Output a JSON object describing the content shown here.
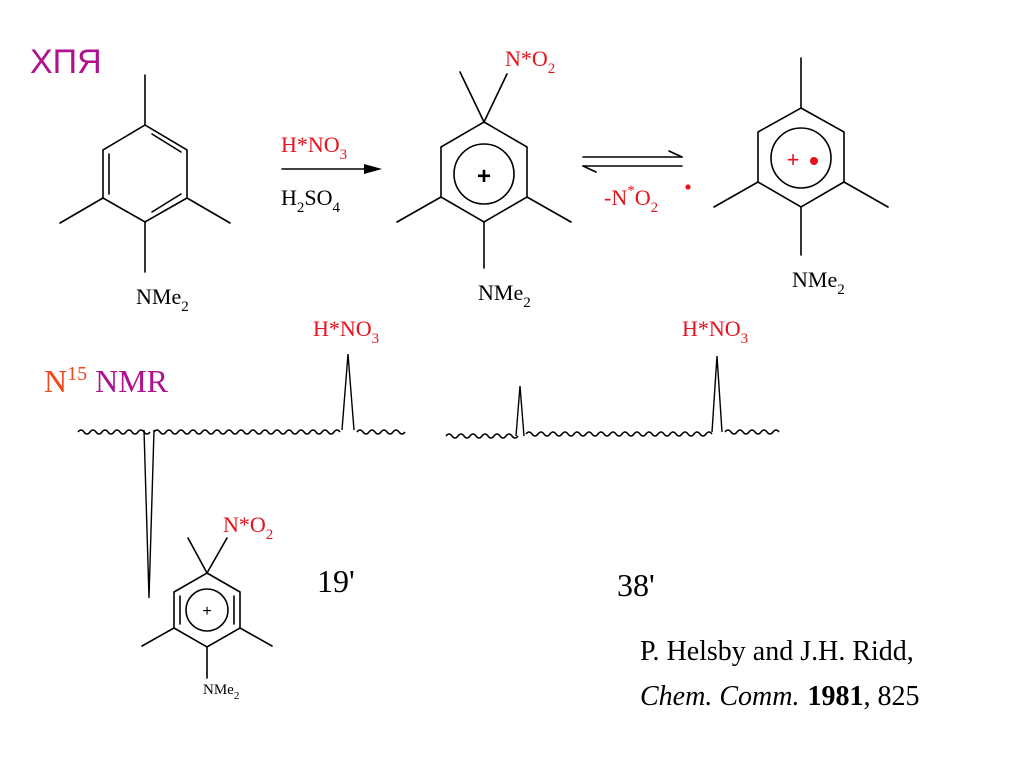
{
  "slide": {
    "title": "ХПЯ",
    "colors": {
      "label_red": "#e8111c",
      "title_magenta": "#b0128f",
      "nmr_orange": "#f0471b"
    }
  },
  "reaction": {
    "reagent_top": {
      "main": "H*NO",
      "sub": "3"
    },
    "reagent_bottom": {
      "main1": "H",
      "sub1": "2",
      "main2": "SO",
      "sub2": "4"
    },
    "reverse_label": {
      "main1": "-N",
      "sup": "*",
      "main2": "O",
      "sub": "2"
    },
    "substituent_no2": {
      "main": "N*O",
      "sub": "2"
    },
    "amine": {
      "main": "NMe",
      "sub": "2"
    },
    "cation_charge": "+",
    "radical_charge": "+"
  },
  "nmr": {
    "isotope": {
      "base": "N",
      "sup": "15"
    },
    "label": "NMR",
    "peak_label_1": {
      "main": "H*NO",
      "sub": "3"
    },
    "peak_label_2": {
      "main": "H*NO",
      "sub": "3"
    }
  },
  "times": {
    "t1": "19'",
    "t2": "38'"
  },
  "citation": {
    "authors": "P. Helsby and J.H. Ridd,",
    "journal": "Chem. Comm.",
    "year": "1981",
    "pages": ", 825"
  }
}
